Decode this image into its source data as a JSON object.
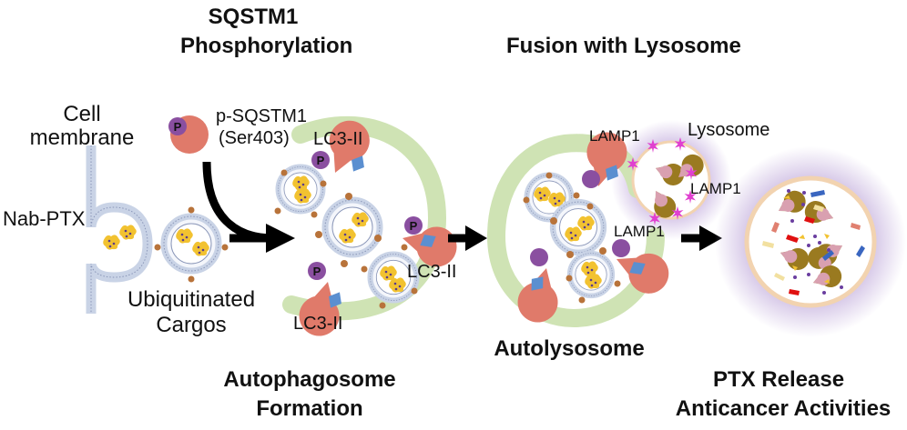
{
  "headers": {
    "sqstm1_line1": "SQSTM1",
    "sqstm1_line2": "Phosphorylation",
    "fusion": "Fusion with Lysosome",
    "autophagosome_line1": "Autophagosome",
    "autophagosome_line2": "Formation",
    "autolysosome": "Autolysosome",
    "ptx_line1": "PTX Release",
    "ptx_line2": "Anticancer Activities"
  },
  "labels": {
    "cell_membrane_line1": "Cell",
    "cell_membrane_line2": "membrane",
    "nab_ptx": "Nab-PTX",
    "ubiquitinated_line1": "Ubiquitinated",
    "ubiquitinated_line2": "Cargos",
    "psqstm1_line1": "p-SQSTM1",
    "psqstm1_line2": "(Ser403)",
    "lc3_top": "LC3-II",
    "lc3_right": "LC3-II",
    "lc3_bottom": "LC3-II",
    "lamp1_left": "LAMP1",
    "lamp1_right": "LAMP1",
    "lamp1_bottom": "LAMP1",
    "lysosome": "Lysosome",
    "phospho_mark": "P"
  },
  "colors": {
    "membrane": "#c9d3e6",
    "membrane_dots": "#8a96b8",
    "cargo": "#f2c230",
    "cargo_dot": "#5a3a8c",
    "ubiquitin": "#b8733a",
    "sqstm1": "#e07a6a",
    "phospho": "#8a4fa0",
    "lc3": "#5b8fd0",
    "phagophore": "#cfe3b4",
    "lysosome_glow": "#c9b6e0",
    "lysosome_rim": "#f2d3b0",
    "lamp1": "#e040d0",
    "enzyme": "#9a7a20",
    "enzyme_inner": "#d9a0b0",
    "arrow": "#000000"
  }
}
